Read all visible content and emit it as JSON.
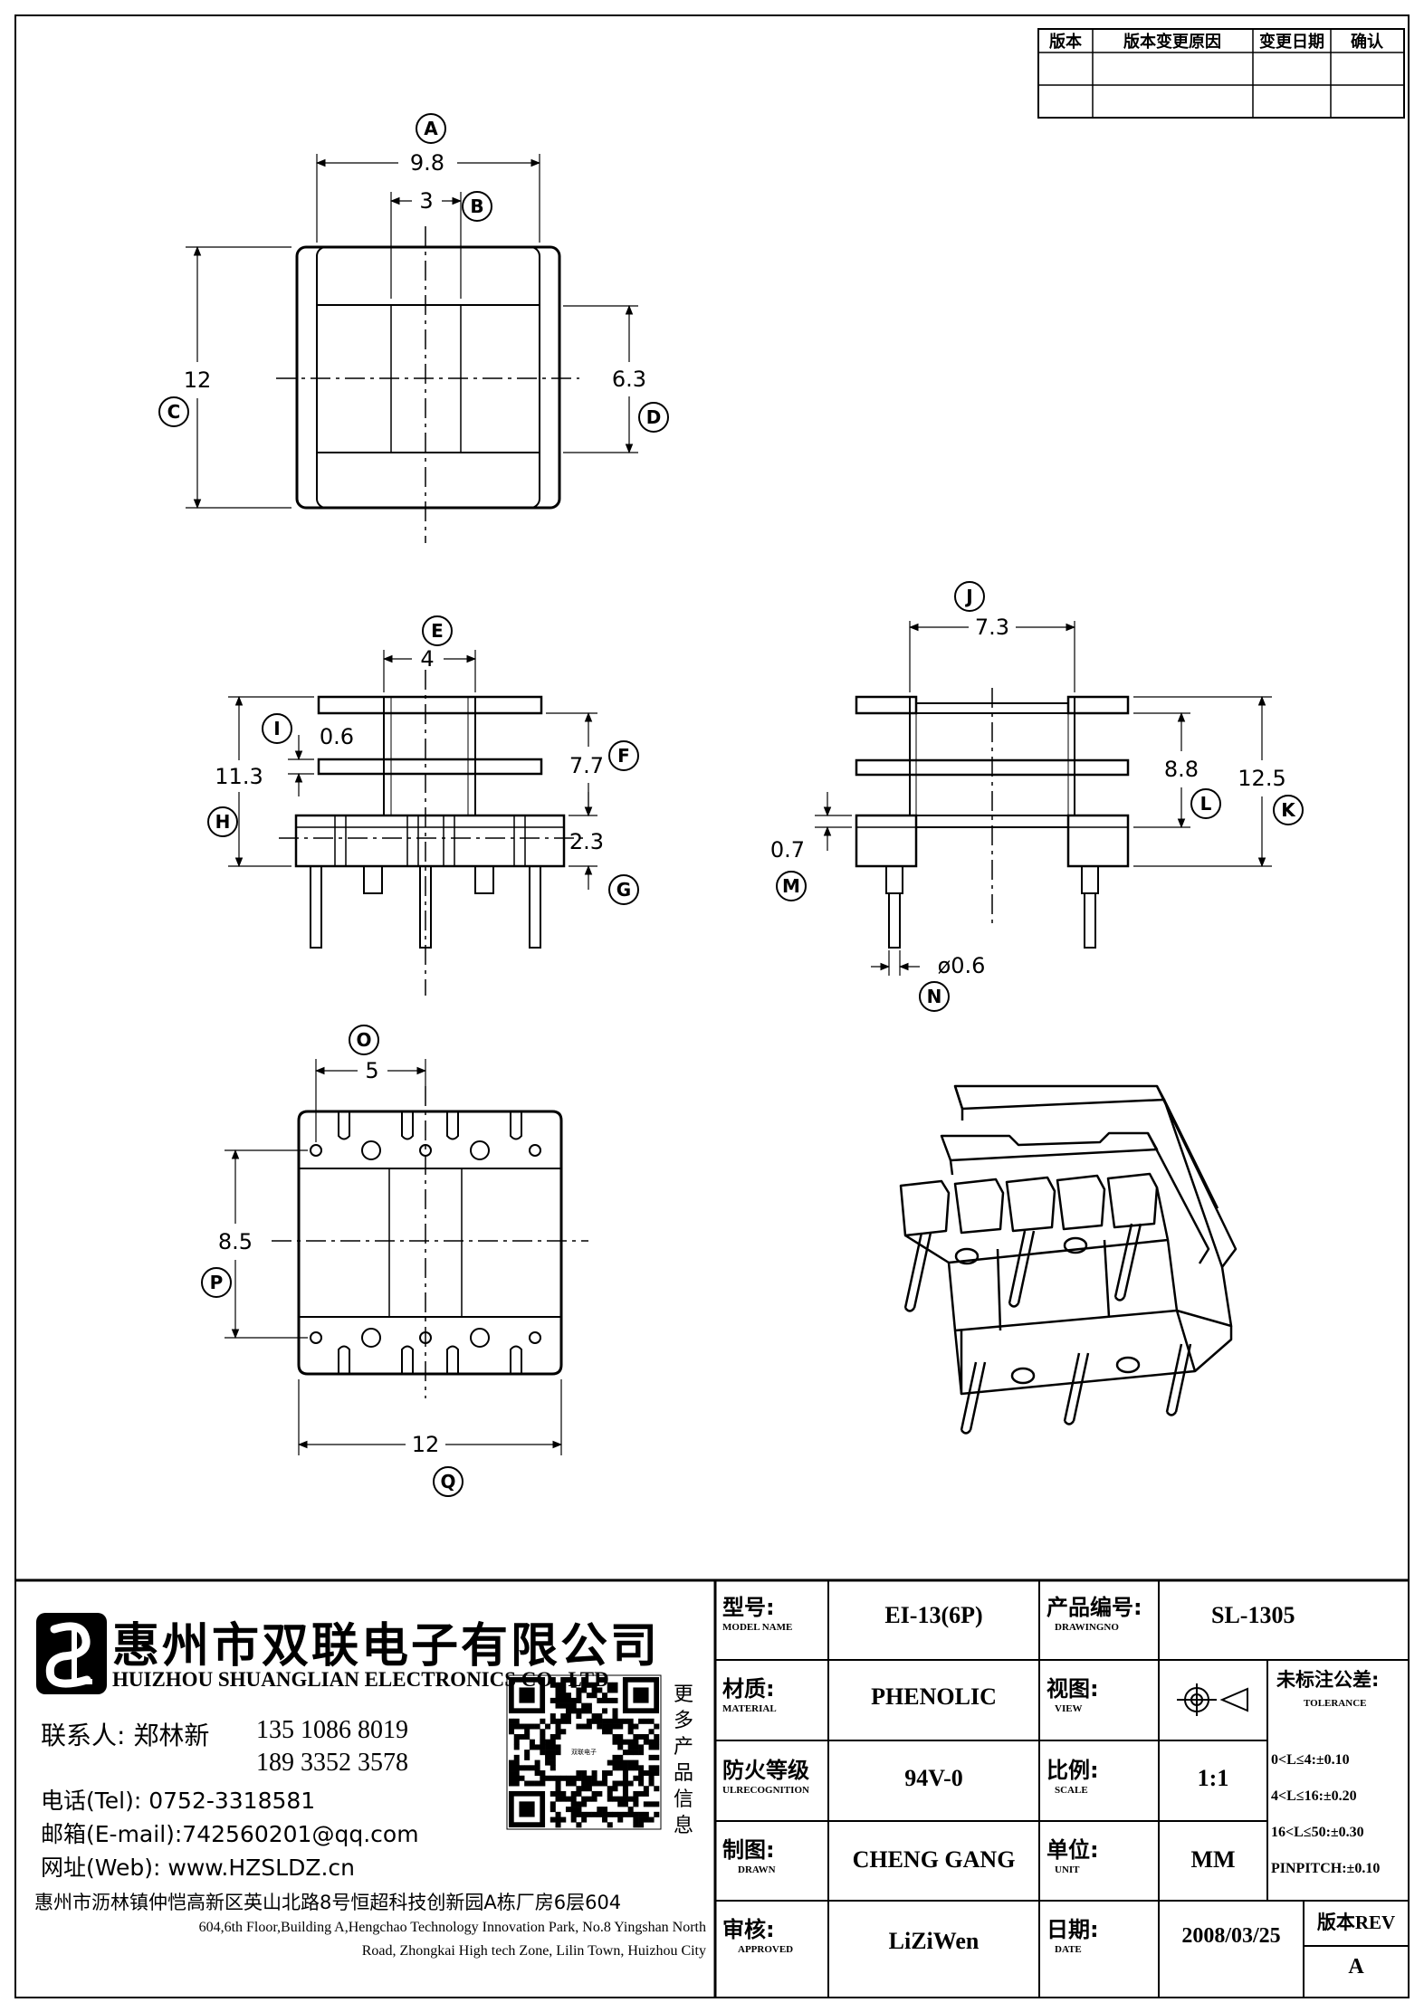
{
  "revision_table": {
    "headers": [
      "版本",
      "版本变更原因",
      "变更日期",
      "确认"
    ]
  },
  "dimensions": {
    "a": {
      "letter": "A",
      "value": "9.8"
    },
    "b": {
      "letter": "B",
      "value": "3"
    },
    "c": {
      "letter": "C",
      "value": "12"
    },
    "d": {
      "letter": "D",
      "value": "6.3"
    },
    "e": {
      "letter": "E",
      "value": "4"
    },
    "f": {
      "letter": "F",
      "value": "7.7"
    },
    "g": {
      "letter": "G",
      "value": "2.3"
    },
    "h": {
      "letter": "H",
      "value": "11.3"
    },
    "i": {
      "letter": "I",
      "value": "0.6"
    },
    "j": {
      "letter": "J",
      "value": "7.3"
    },
    "k": {
      "letter": "K",
      "value": "12.5"
    },
    "l": {
      "letter": "L",
      "value": "8.8"
    },
    "m": {
      "letter": "M",
      "value": "0.7"
    },
    "n": {
      "letter": "N",
      "value": "ø0.6"
    },
    "o": {
      "letter": "O",
      "value": "5"
    },
    "p": {
      "letter": "P",
      "value": "8.5"
    },
    "q": {
      "letter": "Q",
      "value": "12"
    }
  },
  "company": {
    "name_cn": "惠州市双联电子有限公司",
    "name_en": "HUIZHOU SHUANGLIAN ELECTRONICS CO., LTD",
    "contact_label": "联系人: 郑林新",
    "phone1": "135 1086 8019",
    "phone2": "189 3352 3578",
    "tel": "电话(Tel): 0752-3318581",
    "email": "邮箱(E-mail):742560201@qq.com",
    "web": "网址(Web): www.HZSLDZ.cn",
    "qr_caption": [
      "更",
      "多",
      "产",
      "品",
      "信",
      "息"
    ],
    "qr_logo_text": "双联电子",
    "address_cn": "惠州市沥林镇仲恺高新区英山北路8号恒超科技创新园A栋厂房6层604",
    "address_en_1": "604,6th Floor,Building A,Hengchao Technology Innovation Park, No.8 Yingshan North",
    "address_en_2": "Road, Zhongkai High tech Zone, Lilin Town, Huizhou City"
  },
  "title_block": {
    "model_label": "型号:",
    "model_sub": "MODEL NAME",
    "model_value": "EI-13(6P)",
    "drawingno_label": "产品编号:",
    "drawingno_sub": "DRAWINGNO",
    "drawingno_value": "SL-1305",
    "material_label": "材质:",
    "material_sub": "MATERIAL",
    "material_value": "PHENOLIC",
    "view_label": "视图:",
    "view_sub": "VIEW",
    "tolerance_label": "未标注公差:",
    "tolerance_sub": "TOLERANCE",
    "tolerances": [
      "0<L≤4:±0.10",
      "4<L≤16:±0.20",
      "16<L≤50:±0.30",
      "PINPITCH:±0.10"
    ],
    "flame_label": "防火等级",
    "flame_sub": "ULRECOGNITION",
    "flame_value": "94V-0",
    "scale_label": "比例:",
    "scale_sub": "SCALE",
    "scale_value": "1:1",
    "drawn_label": "制图:",
    "drawn_sub": "DRAWN",
    "drawn_value": "CHENG GANG",
    "unit_label": "单位:",
    "unit_sub": "UNIT",
    "unit_value": "MM",
    "approved_label": "审核:",
    "approved_sub": "APPROVED",
    "approved_value": "LiZiWen",
    "date_label": "日期:",
    "date_sub": "DATE",
    "date_value": "2008/03/25",
    "rev_label": "版本REV",
    "rev_value": "A"
  }
}
